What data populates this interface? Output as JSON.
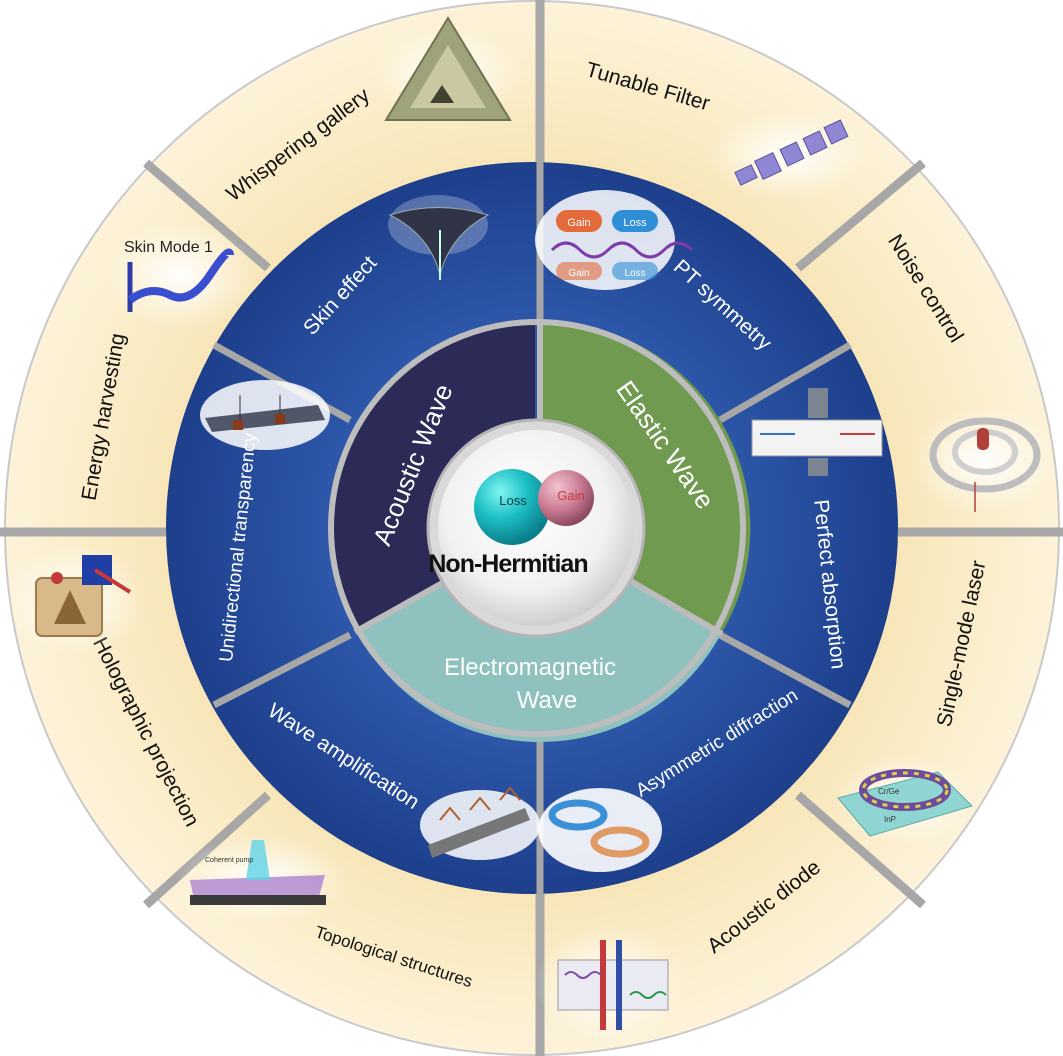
{
  "center": {
    "title": "Non-Hermitian",
    "ball_left": "Loss",
    "ball_right": "Gain"
  },
  "waves": {
    "acoustic": "Acoustic Wave",
    "elastic": "Elastic Wave",
    "electromagnetic_line1": "Electromagnetic",
    "electromagnetic_line2": "Wave"
  },
  "middle_ring": {
    "skin_effect": "Skin effect",
    "pt_symmetry": "PT symmetry",
    "perfect_absorption": "Perfect absorption",
    "asymmetric_diffraction": "Asymmetric diffraction",
    "wave_amplification": "Wave amplification",
    "unidirectional_transparency": "Unidirectional transparency"
  },
  "outer_ring": {
    "whispering_gallery": "Whispering gallery",
    "tunable_filter": "Tunable Filter",
    "noise_control": "Noise control",
    "single_mode_laser": "Single-mode laser",
    "acoustic_diode": "Acoustic diode",
    "topological_structures": "Topological structures",
    "holographic_projection": "Holographic projection",
    "energy_harvesting": "Energy harvesting"
  },
  "inset_labels": {
    "skin_mode": "Skin Mode 1",
    "gain_1": "Gain",
    "loss_1": "Loss",
    "gain_2": "Gain",
    "loss_2": "Loss",
    "inp": "InP",
    "crge": "Cr/Ge",
    "coherent_pump": "Coherent pump"
  },
  "colors": {
    "outer_cream": "#fbedc9",
    "middle_blue": "#22479a",
    "acoustic_navy": "#2c2a57",
    "elastic_green": "#6f9a4f",
    "em_teal": "#8fc1bf",
    "divider_gray": "#a7a7a7"
  }
}
